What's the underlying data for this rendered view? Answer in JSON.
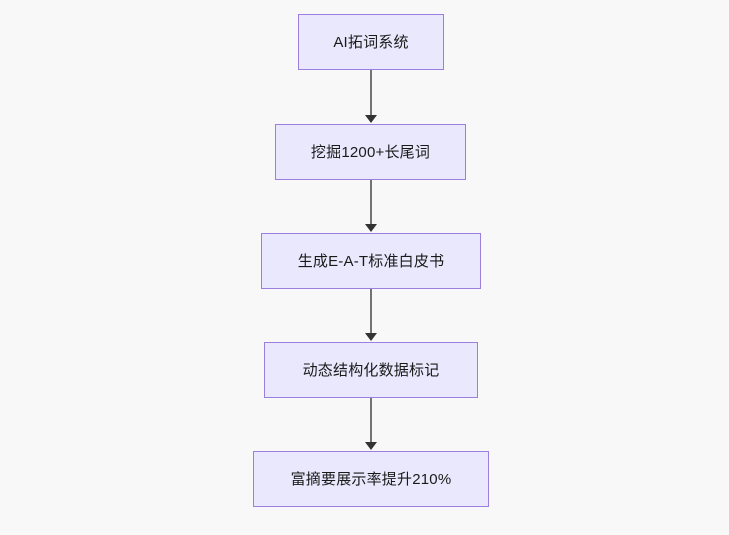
{
  "diagram": {
    "type": "flowchart",
    "orientation": "top-to-bottom",
    "background_color": "#f8f8f8",
    "node_fill_color": "#eae8fc",
    "node_border_color": "#9b7ede",
    "connector_color": "#737373",
    "arrowhead_color": "#333333",
    "text_color": "#1a1a1a",
    "nodes": [
      {
        "id": "n1",
        "label": "AI拓词系统"
      },
      {
        "id": "n2",
        "label": "挖掘1200+长尾词"
      },
      {
        "id": "n3",
        "label": "生成E-A-T标准白皮书"
      },
      {
        "id": "n4",
        "label": "动态结构化数据标记"
      },
      {
        "id": "n5",
        "label": "富摘要展示率提升210%"
      }
    ],
    "edges": [
      {
        "from": "n1",
        "to": "n2",
        "label": "",
        "arrow": "down-arrow"
      },
      {
        "from": "n2",
        "to": "n3",
        "label": "",
        "arrow": "down-arrow"
      },
      {
        "from": "n3",
        "to": "n4",
        "label": "",
        "arrow": "down-arrow"
      },
      {
        "from": "n4",
        "to": "n5",
        "label": "",
        "arrow": "down-arrow"
      }
    ]
  }
}
